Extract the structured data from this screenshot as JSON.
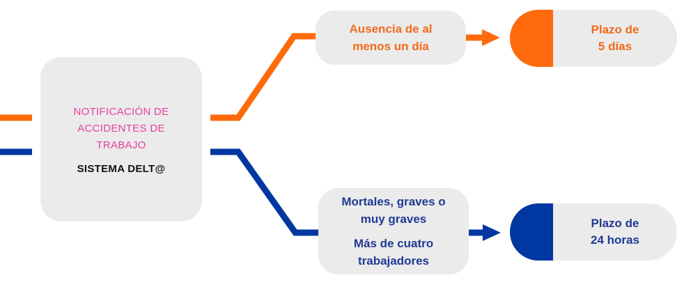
{
  "colors": {
    "orange": "#ff6a0c",
    "blue": "#0037a0",
    "pink": "#e6409b",
    "box_gray": "#ebebeb"
  },
  "main": {
    "title": "NOTIFICACIÓN DE\nACCIDENTES DE\nTRABAJO",
    "subtitle": "SISTEMA DELT@"
  },
  "top_branch": {
    "condition": "Ausencia de al\nmenos un día",
    "deadline": "Plazo de\n5 días"
  },
  "bottom_branch": {
    "condition_1": "Mortales, graves o\nmuy graves",
    "condition_2": "Más de cuatro\ntrabajadores",
    "deadline": "Plazo de\n24 horas"
  }
}
